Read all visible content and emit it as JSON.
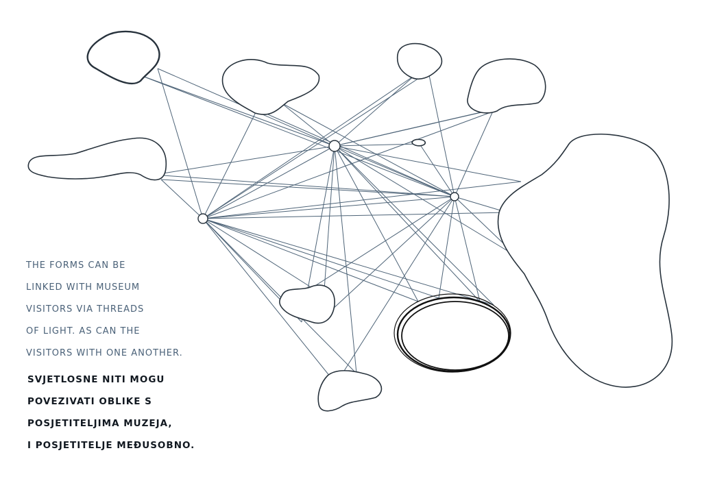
{
  "annotation_english": {
    "lines": [
      "The forms can be",
      "linked with museum",
      "visitors via threads",
      "of light. As can the",
      "visitors with one another."
    ]
  },
  "annotation_croatian": {
    "lines": [
      "Svjetlosne niti mogu",
      "povezivati oblike s",
      "posjetiteljima muzeja,",
      "i posjetitelje međusobno."
    ]
  },
  "colors": {
    "thread": "#4d6377",
    "outline": "#1b232b",
    "english_text": "#4a6178",
    "croatian_text": "#111820"
  }
}
